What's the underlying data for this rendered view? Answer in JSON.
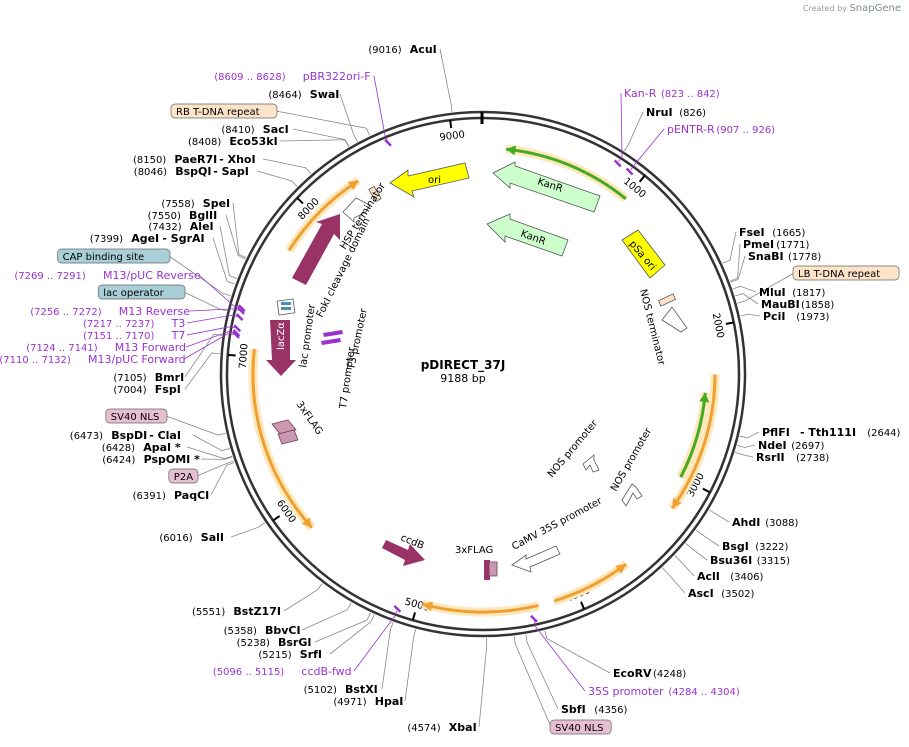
{
  "credit": {
    "prefix": "Created by",
    "brand": "SnapGene"
  },
  "plasmid": {
    "name": "pDIRECT_37J",
    "length_label": "9188 bp",
    "length": 9188
  },
  "ticks": [
    {
      "pos": 1000,
      "label": "1000"
    },
    {
      "pos": 2000,
      "label": "2000"
    },
    {
      "pos": 3000,
      "label": "3000"
    },
    {
      "pos": 4000,
      "label": "4000"
    },
    {
      "pos": 5000,
      "label": "5000"
    },
    {
      "pos": 6000,
      "label": "6000"
    },
    {
      "pos": 7000,
      "label": "7000"
    },
    {
      "pos": 8000,
      "label": "8000"
    },
    {
      "pos": 9000,
      "label": "9000"
    }
  ],
  "sites": [
    {
      "name": "AcuI",
      "pos": "(9016)",
      "bp": 9016,
      "side": "left"
    },
    {
      "name": "SwaI",
      "pos": "(8464)",
      "bp": 8464,
      "side": "left"
    },
    {
      "name": "SacI",
      "pos": "(8410)",
      "bp": 8410,
      "side": "left"
    },
    {
      "name": "Eco53kI",
      "pos": "(8408)",
      "bp": 8408,
      "side": "left"
    },
    {
      "name": "PaeR7I",
      "pos": "(8150)",
      "bp": 8150,
      "side": "left",
      "extra": "- XhoI"
    },
    {
      "name": "BspQI",
      "pos": "(8046)",
      "bp": 8046,
      "side": "left",
      "extra": "- SapI"
    },
    {
      "name": "SpeI",
      "pos": "(7558)",
      "bp": 7558,
      "side": "left"
    },
    {
      "name": "BglII",
      "pos": "(7550)",
      "bp": 7550,
      "side": "left"
    },
    {
      "name": "AleI",
      "pos": "(7432)",
      "bp": 7432,
      "side": "left"
    },
    {
      "name": "AgeI",
      "pos": "(7399)",
      "bp": 7399,
      "side": "left",
      "extra": "- SgrAI"
    },
    {
      "name": "BmrI",
      "pos": "(7105)",
      "bp": 7105,
      "side": "left"
    },
    {
      "name": "FspI",
      "pos": "(7004)",
      "bp": 7004,
      "side": "left"
    },
    {
      "name": "BspDI",
      "pos": "(6473)",
      "bp": 6473,
      "side": "left",
      "extra": "- ClaI"
    },
    {
      "name": "ApaI *",
      "pos": "(6428)",
      "bp": 6428,
      "side": "left"
    },
    {
      "name": "PspOMI *",
      "pos": "(6424)",
      "bp": 6424,
      "side": "left"
    },
    {
      "name": "PaqCI",
      "pos": "(6391)",
      "bp": 6391,
      "side": "left"
    },
    {
      "name": "SalI",
      "pos": "(6016)",
      "bp": 6016,
      "side": "left"
    },
    {
      "name": "BstZ17I",
      "pos": "(5551)",
      "bp": 5551,
      "side": "left"
    },
    {
      "name": "BbvCI",
      "pos": "(5358)",
      "bp": 5358,
      "side": "left"
    },
    {
      "name": "BsrGI",
      "pos": "(5238)",
      "bp": 5238,
      "side": "left"
    },
    {
      "name": "SrfI",
      "pos": "(5215)",
      "bp": 5215,
      "side": "left"
    },
    {
      "name": "BstXI",
      "pos": "(5102)",
      "bp": 5102,
      "side": "left"
    },
    {
      "name": "HpaI",
      "pos": "(4971)",
      "bp": 4971,
      "side": "left"
    },
    {
      "name": "XbaI",
      "pos": "(4574)",
      "bp": 4574,
      "side": "left"
    },
    {
      "name": "NruI",
      "pos": "(826)",
      "bp": 826,
      "side": "right"
    },
    {
      "name": "FseI",
      "pos": "(1665)",
      "bp": 1665,
      "side": "right"
    },
    {
      "name": "PmeI",
      "pos": "(1771)",
      "bp": 1771,
      "side": "right"
    },
    {
      "name": "SnaBI",
      "pos": "(1778)",
      "bp": 1778,
      "side": "right"
    },
    {
      "name": "MluI",
      "pos": "(1817)",
      "bp": 1817,
      "side": "right"
    },
    {
      "name": "MauBI",
      "pos": "(1858)",
      "bp": 1858,
      "side": "right"
    },
    {
      "name": "PciI",
      "pos": "(1973)",
      "bp": 1973,
      "side": "right"
    },
    {
      "name": "PflFI",
      "pos": "(2644)",
      "bp": 2644,
      "side": "right",
      "extra": "- Tth111I"
    },
    {
      "name": "NdeI",
      "pos": "(2697)",
      "bp": 2697,
      "side": "right"
    },
    {
      "name": "RsrII",
      "pos": "(2738)",
      "bp": 2738,
      "side": "right"
    },
    {
      "name": "AhdI",
      "pos": "(3088)",
      "bp": 3088,
      "side": "right"
    },
    {
      "name": "BsgI",
      "pos": "(3222)",
      "bp": 3222,
      "side": "right"
    },
    {
      "name": "Bsu36I",
      "pos": "(3315)",
      "bp": 3315,
      "side": "right"
    },
    {
      "name": "AclI",
      "pos": "(3406)",
      "bp": 3406,
      "side": "right"
    },
    {
      "name": "AscI",
      "pos": "(3502)",
      "bp": 3502,
      "side": "right"
    },
    {
      "name": "EcoRV",
      "pos": "(4248)",
      "bp": 4248,
      "side": "right"
    },
    {
      "name": "SbfI",
      "pos": "(4356)",
      "bp": 4356,
      "side": "right"
    }
  ],
  "primers": [
    {
      "name": "pBR322ori-F",
      "pos": "(8609 .. 8628)",
      "bp": 8618,
      "side": "left"
    },
    {
      "name": "M13/pUC Reverse",
      "pos": "(7269 .. 7291)",
      "bp": 7280,
      "side": "left"
    },
    {
      "name": "M13 Reverse",
      "pos": "(7256 .. 7272)",
      "bp": 7264,
      "side": "left"
    },
    {
      "name": "T3",
      "pos": "(7217 .. 7237)",
      "bp": 7227,
      "side": "left"
    },
    {
      "name": "T7",
      "pos": "(7151 .. 7170)",
      "bp": 7160,
      "side": "left"
    },
    {
      "name": "M13 Forward",
      "pos": "(7124 .. 7141)",
      "bp": 7132,
      "side": "left"
    },
    {
      "name": "M13/pUC Forward",
      "pos": "(7110 .. 7132)",
      "bp": 7121,
      "side": "left"
    },
    {
      "name": "ccdB-fwd",
      "pos": "(5096 .. 5115)",
      "bp": 5105,
      "side": "left"
    },
    {
      "name": "Kan-R",
      "pos": "(823 .. 842)",
      "bp": 832,
      "side": "right"
    },
    {
      "name": "pENTR-R",
      "pos": "(907 .. 926)",
      "bp": 916,
      "side": "right"
    },
    {
      "name": "35S promoter",
      "pos": "(4284 .. 4304)",
      "bp": 4294,
      "side": "right"
    }
  ],
  "boxed_features": [
    {
      "name": "RB T-DNA repeat",
      "bp": 8540,
      "color": "#fde3c8"
    },
    {
      "name": "CAP binding site",
      "bp": 7330,
      "color": "#a8cfd8"
    },
    {
      "name": "lac operator",
      "bp": 7245,
      "color": "#a8cfd8"
    },
    {
      "name": "SV40 NLS",
      "bp": 6560,
      "color": "#e8bfd0"
    },
    {
      "name": "P2A",
      "bp": 6400,
      "color": "#e8bfd0"
    },
    {
      "name": "LB T-DNA repeat",
      "bp": 1900,
      "color": "#fde3c8"
    },
    {
      "name": "SV40 NLS",
      "bp": 4420,
      "color": "#e8bfd0"
    }
  ],
  "features": {
    "ori": "ori",
    "kanr_outer": "KanR",
    "kanr_inner": "KanR",
    "psa_ori": "pSa ori",
    "nos_terminator": "NOS terminator",
    "hsp_terminator": "HSP terminator",
    "foki": "FokI cleavage domain",
    "lac_promoter": "lac promoter",
    "lacz": "lacZα",
    "t7_promoter": "T7 promoter",
    "t3_promoter": "T3 promoter",
    "flag_left": "3xFLAG",
    "nos_promoter_a": "NOS promoter",
    "nos_promoter_b": "NOS promoter",
    "camv": "CaMV 35S promoter",
    "ccdb": "ccdB",
    "flag_bottom": "3xFLAG"
  },
  "colors": {
    "backbone": "#333333",
    "site": "#000000",
    "primer": "#9933cc",
    "orange_arc": "#f0a030",
    "green_arc": "#44aa22",
    "ori_yellow": "#ffff00",
    "kanr_green": "#ccffcc",
    "magenta": "#993366",
    "lacz_pink": "#c899b0"
  }
}
